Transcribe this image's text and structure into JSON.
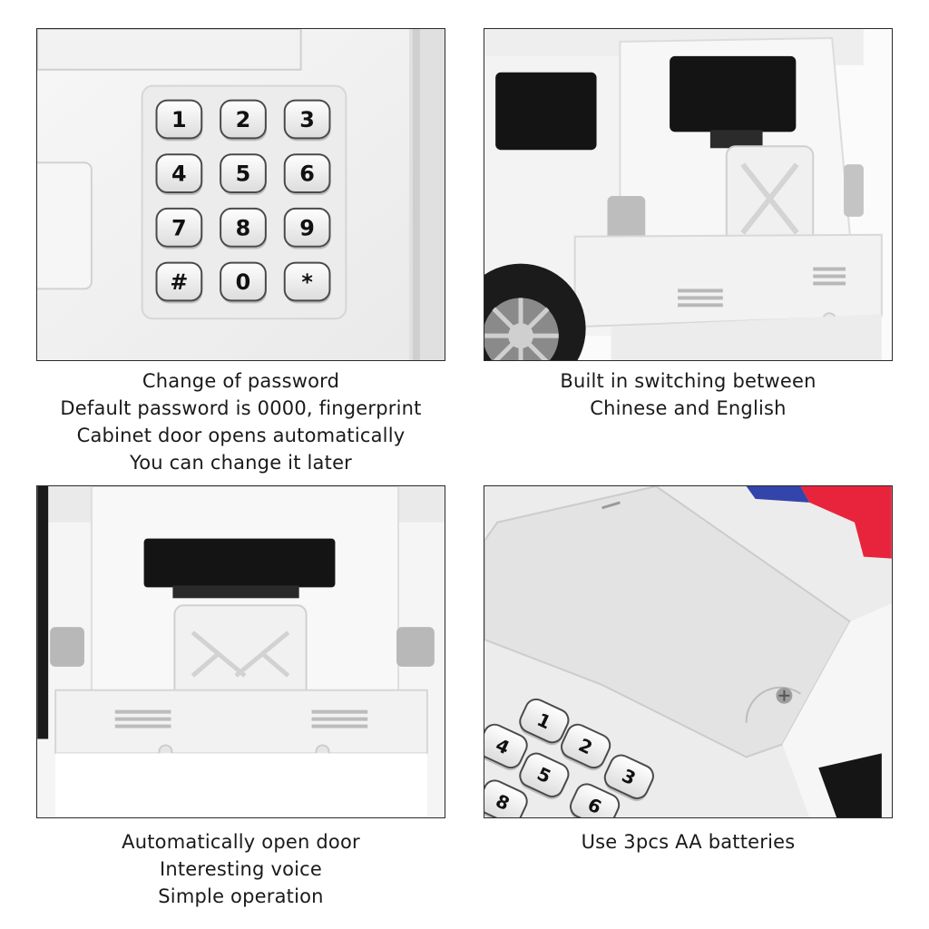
{
  "panels": [
    {
      "caption": [
        "Change of password",
        "Default password is 0000, fingerprint",
        "Cabinet door opens automatically",
        "You can change it later"
      ],
      "keys": [
        "1",
        "2",
        "3",
        "4",
        "5",
        "6",
        "7",
        "8",
        "9",
        "#",
        "0",
        "*"
      ]
    },
    {
      "caption": [
        "Built in switching between",
        "Chinese and English"
      ]
    },
    {
      "caption": [
        "Automatically open door",
        "Interesting voice",
        "Simple operation"
      ]
    },
    {
      "caption": [
        "Use 3pcs AA batteries"
      ],
      "keys": [
        "1",
        "2",
        "3",
        "4",
        "5",
        "6",
        "8"
      ]
    }
  ],
  "colors": {
    "body_white": "#f4f4f4",
    "window_black": "#141414",
    "accent_red": "#e8243c",
    "frame": "#2a2a2a"
  }
}
